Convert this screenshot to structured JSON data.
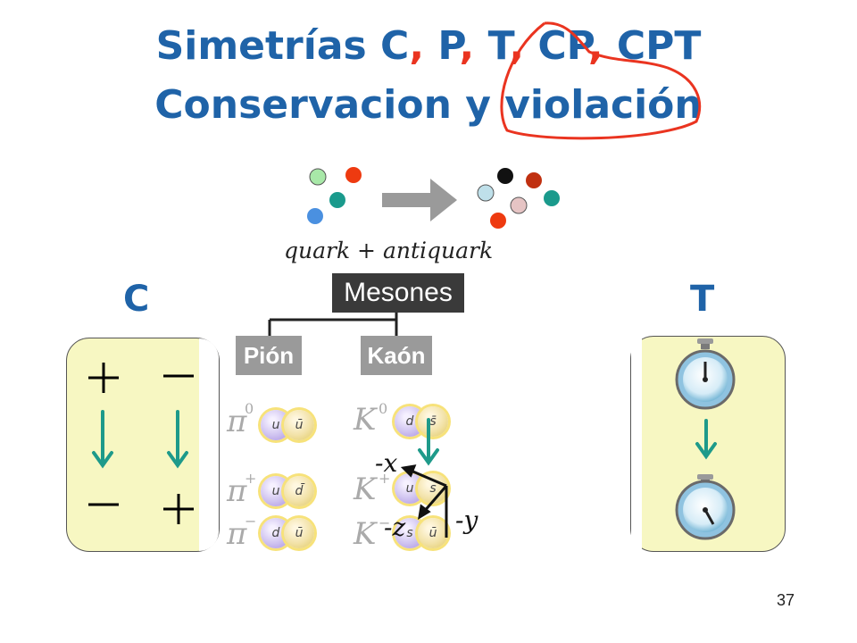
{
  "title": {
    "line1_parts": [
      "Simetrías C",
      ",",
      " P",
      ",",
      " T",
      ",",
      " CP",
      ",",
      " CPT"
    ],
    "line2": "Conservacion y violación"
  },
  "quark_label": "quark + antiquark",
  "labels": {
    "c": "C",
    "t": "T"
  },
  "tree": {
    "root": "Mesones",
    "left": "Pión",
    "right": "Kaón"
  },
  "mesons": [
    {
      "symbol": "π",
      "charge": "0",
      "q1": "u",
      "q2": "ū"
    },
    {
      "symbol": "π",
      "charge": "+",
      "q1": "u",
      "q2": "d̄"
    },
    {
      "symbol": "π",
      "charge": "−",
      "q1": "d",
      "q2": "ū"
    },
    {
      "symbol": "K",
      "charge": "0",
      "q1": "d",
      "q2": "s̄"
    },
    {
      "symbol": "K",
      "charge": "+",
      "q1": "u",
      "q2": "s"
    },
    {
      "symbol": "K",
      "charge": "−",
      "q1": "s",
      "q2": "ū"
    }
  ],
  "axes": {
    "x": "-x",
    "y": "-y",
    "z": "-z"
  },
  "c_signs": {
    "top_left": "+",
    "top_right": "−",
    "bottom_left": "−",
    "bottom_right": "+"
  },
  "colors": {
    "title": "#1f63a8",
    "accent_red": "#ea3420",
    "arrow_teal": "#1e9a8a",
    "panel_fill": "#f7f7c2"
  },
  "icons": [
    "stopwatch-icon",
    "down-arrow-icon",
    "right-arrow-icon"
  ],
  "page_number": "37"
}
